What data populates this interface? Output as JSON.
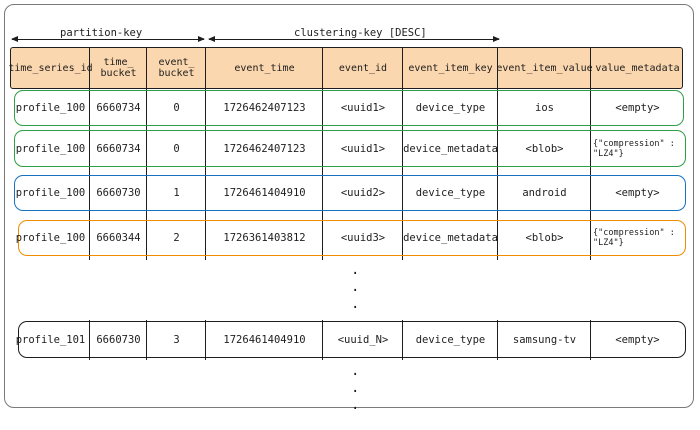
{
  "labels": {
    "partition_key": "partition-key",
    "clustering_key": "clustering-key [DESC]"
  },
  "headers": [
    "time_series_id",
    "time_bucket",
    "event_bucket",
    "event_time",
    "event_id",
    "event_item_key",
    "event_item_value",
    "value_metadata"
  ],
  "header_lines": [
    [
      "time_series_id"
    ],
    [
      "time_",
      "bucket"
    ],
    [
      "event_",
      "bucket"
    ],
    [
      "event_time"
    ],
    [
      "event_id"
    ],
    [
      "event_item_key"
    ],
    [
      "event_item_value"
    ],
    [
      "value_metadata"
    ]
  ],
  "rows": [
    {
      "color": "#2f9e44",
      "cells": [
        "profile_100",
        "6660734",
        "0",
        "1726462407123",
        "<uuid1>",
        "device_type",
        "ios",
        "<empty>"
      ]
    },
    {
      "color": "#2f9e44",
      "cells": [
        "profile_100",
        "6660734",
        "0",
        "1726462407123",
        "<uuid1>",
        "device_metadata",
        "<blob>",
        "{\"compression\" : \"LZ4\"}"
      ]
    },
    {
      "color": "#1971c2",
      "cells": [
        "profile_100",
        "6660730",
        "1",
        "1726461404910",
        "<uuid2>",
        "device_type",
        "android",
        "<empty>"
      ]
    },
    {
      "color": "#f08c00",
      "cells": [
        "profile_100",
        "6660344",
        "2",
        "1726361403812",
        "<uuid3>",
        "device_metadata",
        "<blob>",
        "{\"compression\" : \"LZ4\"}"
      ]
    },
    {
      "color": "#1e1e1e",
      "cells": [
        "profile_101",
        "6660730",
        "3",
        "1726461404910",
        "<uuid_N>",
        "device_type",
        "samsung-tv",
        "<empty>"
      ]
    }
  ],
  "ellipsis": "."
}
